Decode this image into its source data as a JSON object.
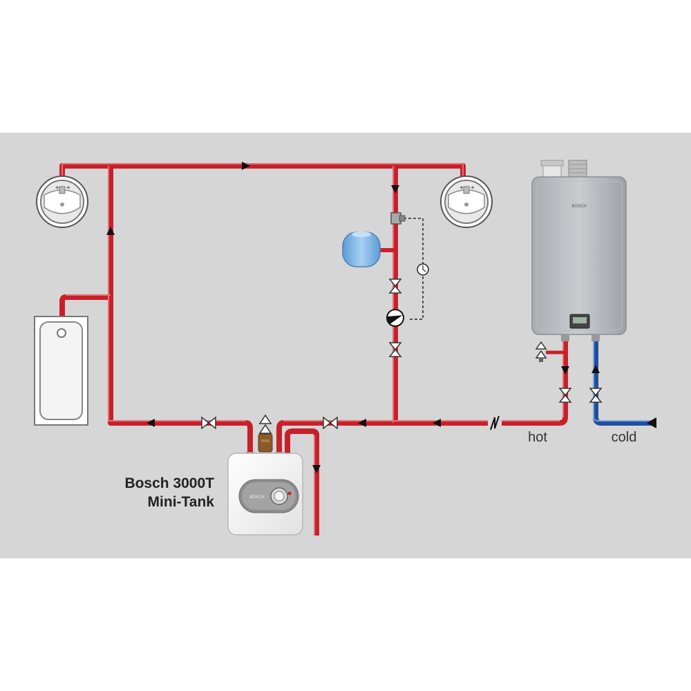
{
  "labels": {
    "hot": "hot",
    "cold": "cold",
    "tank_name_line1": "Bosch 3000T",
    "tank_name_line2": "Mini-Tank",
    "heater_brand": "BOSCH",
    "tank_brand": "BOSCH"
  },
  "colors": {
    "background": "#d6d6d6",
    "hot_pipe": "#c8202a",
    "cold_pipe": "#1f4f9e",
    "pipe_highlight": "#e87a7e",
    "cold_highlight": "#7ea6dc",
    "expansion_tank": "#7fb6e8"
  },
  "icons": [
    "sink-icon",
    "bathtub-icon",
    "expansion-tank-icon",
    "pump-icon",
    "ball-valve-icon",
    "check-valve-icon",
    "relief-valve-icon",
    "aquastat-icon",
    "tankless-water-heater-icon",
    "mini-tank-heater-icon",
    "flow-arrow-icon"
  ]
}
